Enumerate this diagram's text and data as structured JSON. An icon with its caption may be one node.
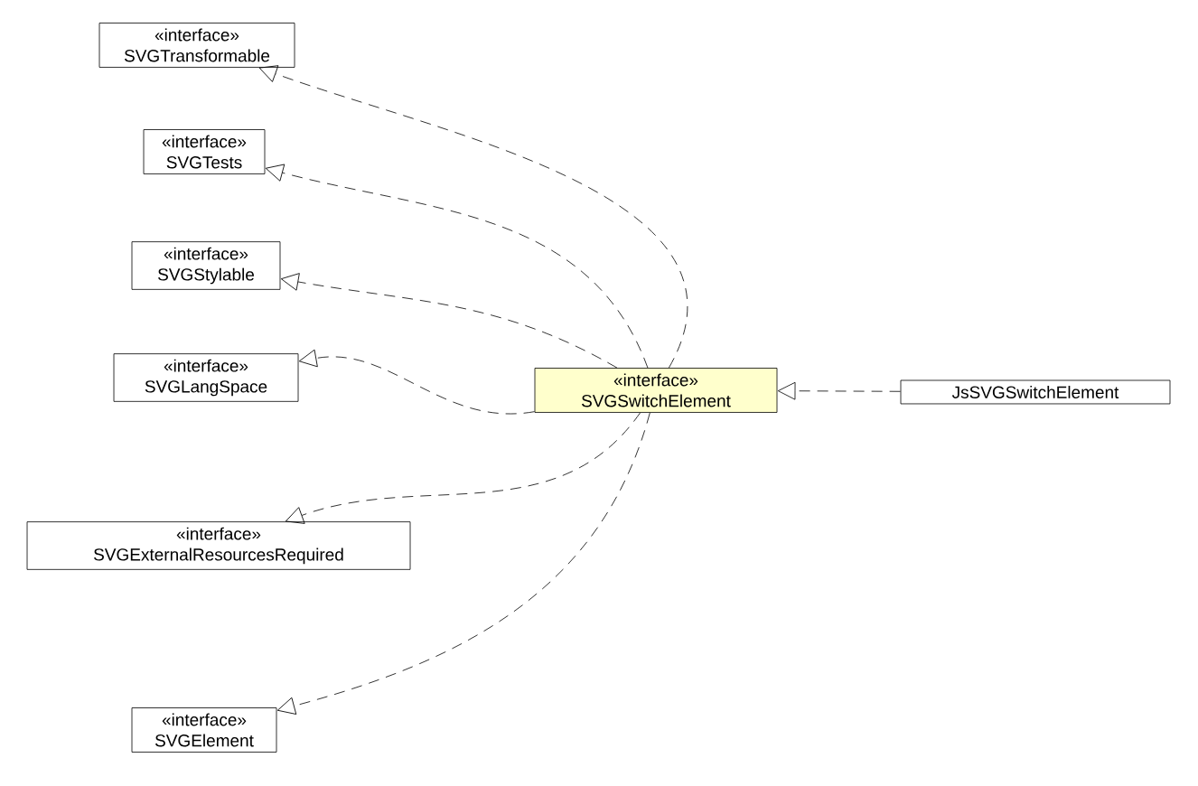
{
  "diagram": {
    "nodes": [
      {
        "text": [
          "«interface»",
          "SVGTransformable"
        ]
      },
      {
        "text": [
          "«interface»",
          "SVGTests"
        ]
      },
      {
        "text": [
          "«interface»",
          "SVGStylable"
        ]
      },
      {
        "text": [
          "«interface»",
          "SVGLangSpace"
        ]
      },
      {
        "text": [
          "«interface»",
          "SVGExternalResourcesRequired"
        ]
      },
      {
        "text": [
          "«interface»",
          "SVGElement"
        ]
      },
      {
        "text": [
          "«interface»",
          "SVGSwitchElement"
        ]
      },
      {
        "text": [
          "JsSVGSwitchElement"
        ]
      }
    ],
    "edges": [
      {
        "from": 6,
        "to": 0,
        "arrow": "to",
        "style": "dashed"
      },
      {
        "from": 6,
        "to": 1,
        "arrow": "to",
        "style": "dashed"
      },
      {
        "from": 6,
        "to": 2,
        "arrow": "to",
        "style": "dashed"
      },
      {
        "from": 6,
        "to": 3,
        "arrow": "to",
        "style": "dashed"
      },
      {
        "from": 6,
        "to": 4,
        "arrow": "to",
        "style": "dashed"
      },
      {
        "from": 6,
        "to": 5,
        "arrow": "to",
        "style": "dashed"
      },
      {
        "from": 7,
        "to": 6,
        "arrow": "to",
        "style": "dashed"
      }
    ]
  }
}
